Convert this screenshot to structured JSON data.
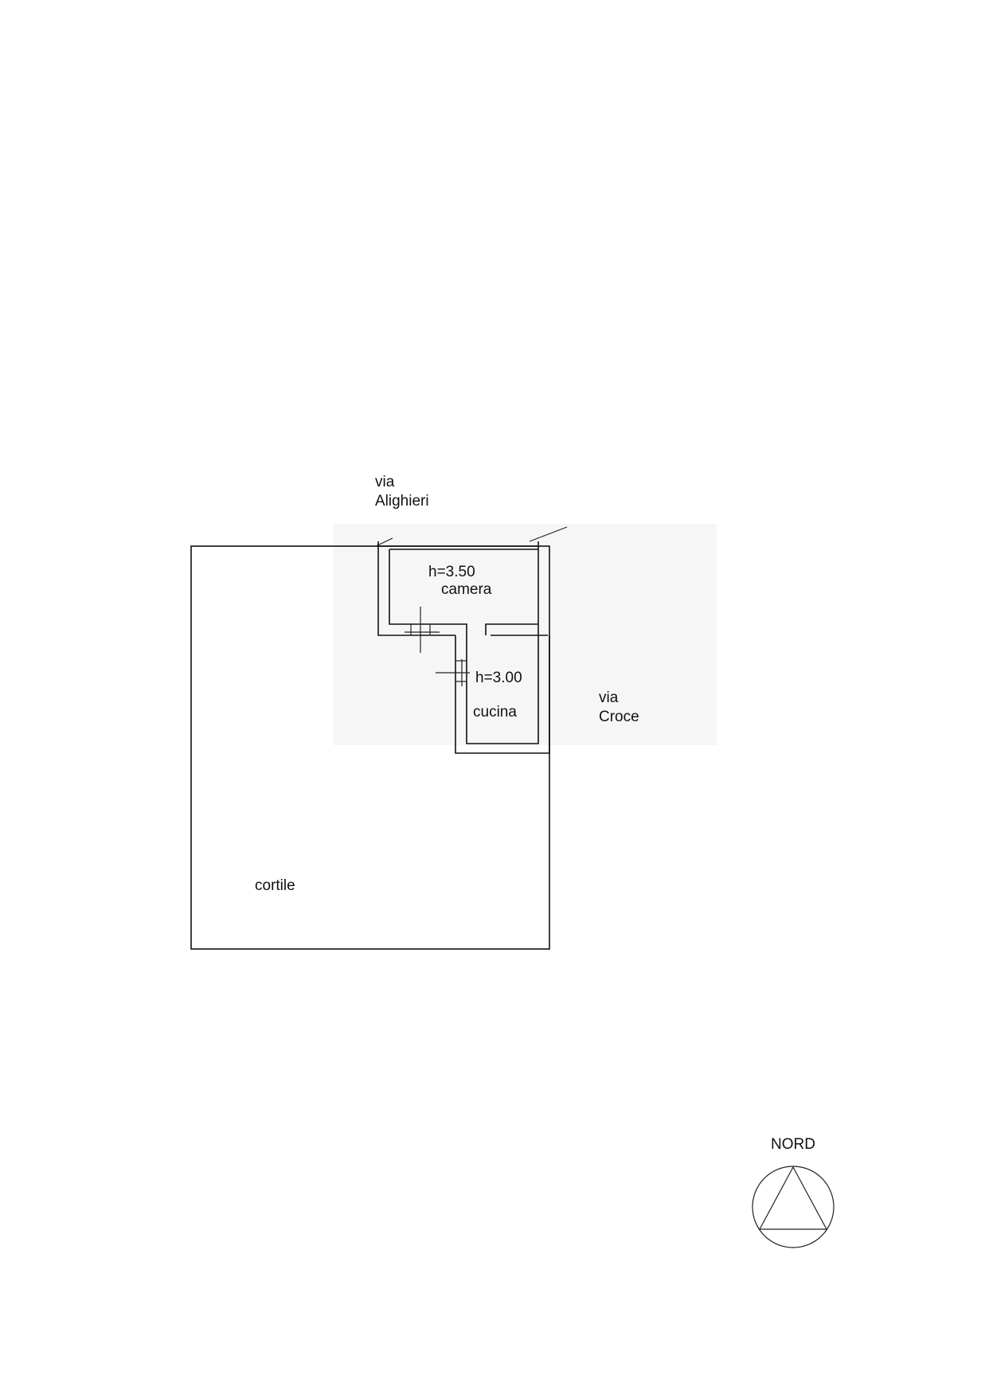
{
  "labels": {
    "street_north_1": "via",
    "street_north_2": "Alighieri",
    "street_east_1": "via",
    "street_east_2": "Croce",
    "room_upper_height": "h=3.50",
    "room_upper_name": "camera",
    "room_lower_height": "h=3.00",
    "room_lower_name": "cucina",
    "courtyard": "cortile",
    "north": "NORD"
  },
  "colors": {
    "ink": "#111111",
    "paper": "#ffffff",
    "scan_shade": "#f6f6f6"
  },
  "icons": {
    "north_arrow": "north-arrow-icon"
  }
}
